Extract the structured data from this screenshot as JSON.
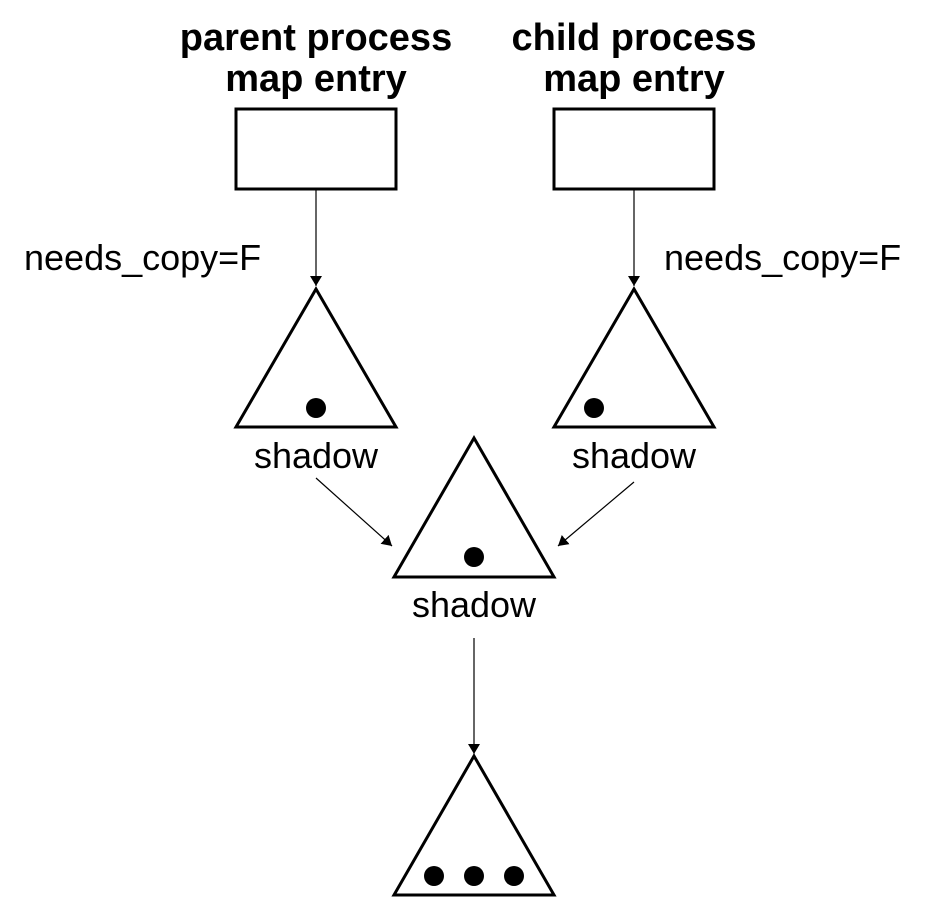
{
  "parent": {
    "title_line1": "parent process",
    "title_line2": "map entry",
    "flag_label": "needs_copy=F",
    "shadow_label": "shadow"
  },
  "child": {
    "title_line1": "child process",
    "title_line2": "map entry",
    "flag_label": "needs_copy=F",
    "shadow_label": "shadow"
  },
  "shared_shadow": {
    "label": "shadow"
  },
  "colors": {
    "stroke": "#000000",
    "fill": "#ffffff",
    "background": "#ffffff"
  }
}
